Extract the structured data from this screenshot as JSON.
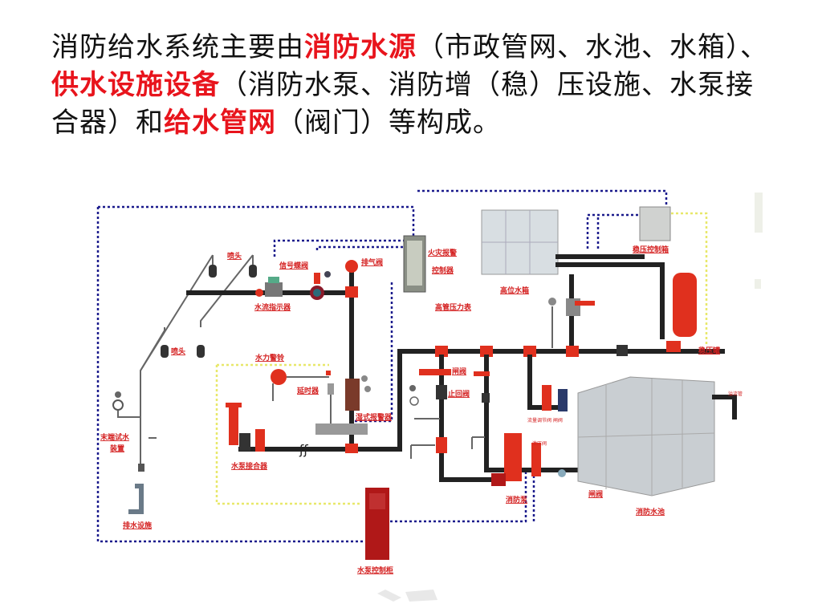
{
  "heading": {
    "segments": [
      {
        "text": "消防给水系统主要由",
        "highlight": false
      },
      {
        "text": "消防水源",
        "highlight": true
      },
      {
        "text": "（市政管网、水池、水箱）、",
        "highlight": false
      },
      {
        "text": "供水设施设备",
        "highlight": true
      },
      {
        "text": "（消防水泵、消防增（稳）压设施、水泵接合器）和",
        "highlight": false
      },
      {
        "text": "给水管网",
        "highlight": true
      },
      {
        "text": "（阀门）等构成。",
        "highlight": false
      }
    ],
    "highlight_color": "#e8141c"
  },
  "diagram": {
    "labels": {
      "sprinkler_top": "喷头",
      "sprinkler_bottom": "喷头",
      "signal_valve": "信号蝶阀",
      "water_flow_indicator": "水流指示器",
      "exhaust_valve": "排气阀",
      "fire_alarm_controller": "火灾报警控制器",
      "high_pressure_gauge": "高管压力表",
      "high_tank": "高位水箱",
      "pressure_control_box": "稳压控制箱",
      "pressure_tank": "稳压罐",
      "water_gong": "水力警铃",
      "delay_device": "延时器",
      "wet_alarm_valve": "湿式报警器",
      "end_test_device": "末端试水装置",
      "pump_adapter": "水泵接合器",
      "gate_valve": "闸阀",
      "check_valve": "止回阀",
      "fire_pump": "消防泵",
      "gate_valve_2": "闸阀",
      "fire_pool": "消防水池",
      "pump_control_cabinet": "水泵控制柜",
      "drainage": "排水设施",
      "small_relief_valve": "泄压阀",
      "small_flow_valve": "流量调节阀 闸阀",
      "small_overflow": "溢流管"
    },
    "colors": {
      "pipe": "#222222",
      "component_red": "#e0301e",
      "signal_line": "#1a1a8c",
      "alarm_line": "#e8e86a"
    }
  }
}
